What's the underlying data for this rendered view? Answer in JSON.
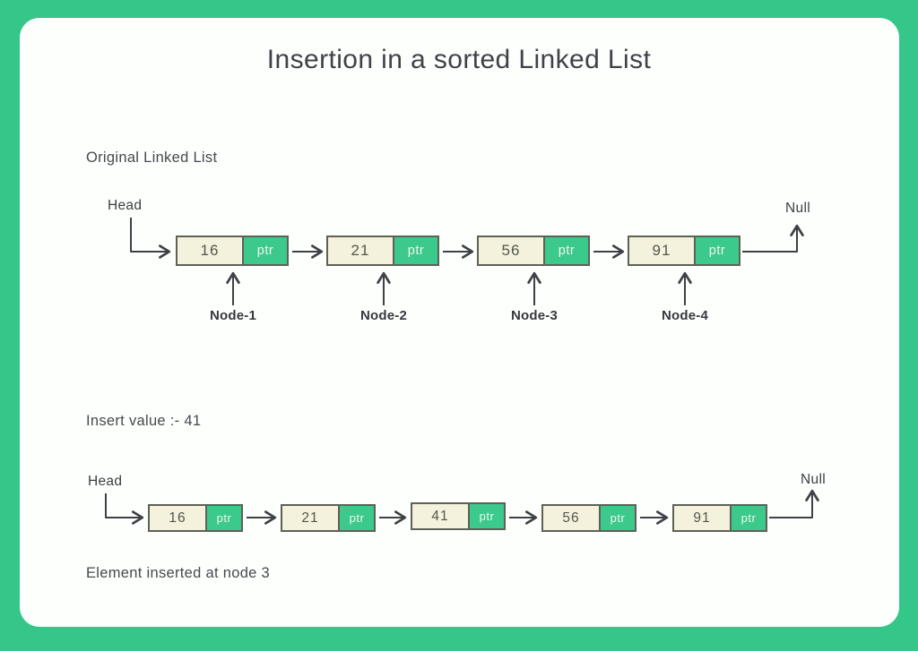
{
  "title": "Insertion in a sorted Linked List",
  "colors": {
    "frame_green": "#35c789",
    "ptr_cell_green": "#3cc98c",
    "data_cell_cream": "#f4f1dc",
    "box_border": "#5d6156",
    "line_dark": "#3e4145",
    "card_white": "#fdfffd"
  },
  "original_list": {
    "label": "Original Linked List",
    "head_label": "Head",
    "null_label": "Null",
    "nodes": [
      {
        "value": "16",
        "ptr_label": "ptr",
        "name": "Node-1"
      },
      {
        "value": "21",
        "ptr_label": "ptr",
        "name": "Node-2"
      },
      {
        "value": "56",
        "ptr_label": "ptr",
        "name": "Node-3"
      },
      {
        "value": "91",
        "ptr_label": "ptr",
        "name": "Node-4"
      }
    ]
  },
  "inserted_list": {
    "label": "Insert value :- 41",
    "head_label": "Head",
    "null_label": "Null",
    "nodes": [
      {
        "value": "16",
        "ptr_label": "ptr"
      },
      {
        "value": "21",
        "ptr_label": "ptr"
      },
      {
        "value": "41",
        "ptr_label": "ptr"
      },
      {
        "value": "56",
        "ptr_label": "ptr"
      },
      {
        "value": "91",
        "ptr_label": "ptr"
      }
    ],
    "caption": "Element inserted at node 3"
  }
}
